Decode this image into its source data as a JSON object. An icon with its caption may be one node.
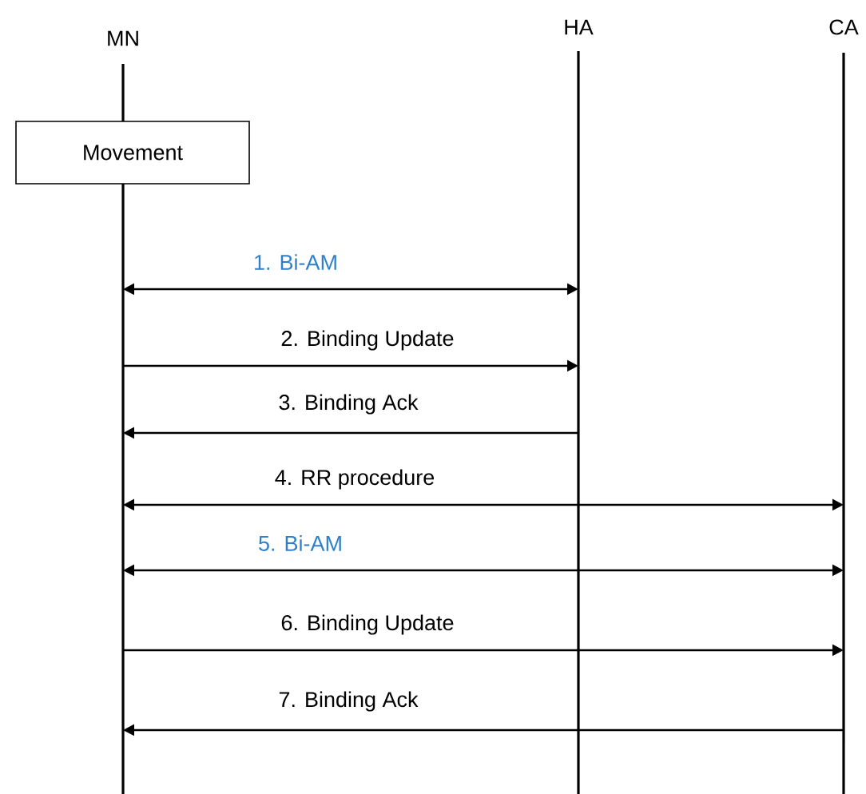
{
  "diagram": {
    "nodes": [
      {
        "text": [
          "MN"
        ]
      },
      {
        "text": [
          "HA"
        ]
      },
      {
        "text": [
          "CA"
        ]
      },
      {
        "text": [
          "Movement"
        ]
      }
    ],
    "edges": [
      {
        "from": 0,
        "to": 1,
        "arrow": "both",
        "label": "1. Bi-AM"
      },
      {
        "from": 0,
        "to": 1,
        "arrow": "to",
        "label": "2. Binding Update"
      },
      {
        "from": 1,
        "to": 0,
        "arrow": "to",
        "label": "3. Binding Ack"
      },
      {
        "from": 0,
        "to": 2,
        "arrow": "both",
        "label": "4. RR procedure"
      },
      {
        "from": 0,
        "to": 2,
        "arrow": "both",
        "label": "5. Bi-AM"
      },
      {
        "from": 0,
        "to": 2,
        "arrow": "to",
        "label": "6. Binding Update"
      },
      {
        "from": 2,
        "to": 0,
        "arrow": "to",
        "label": "7. Binding Ack"
      }
    ]
  }
}
